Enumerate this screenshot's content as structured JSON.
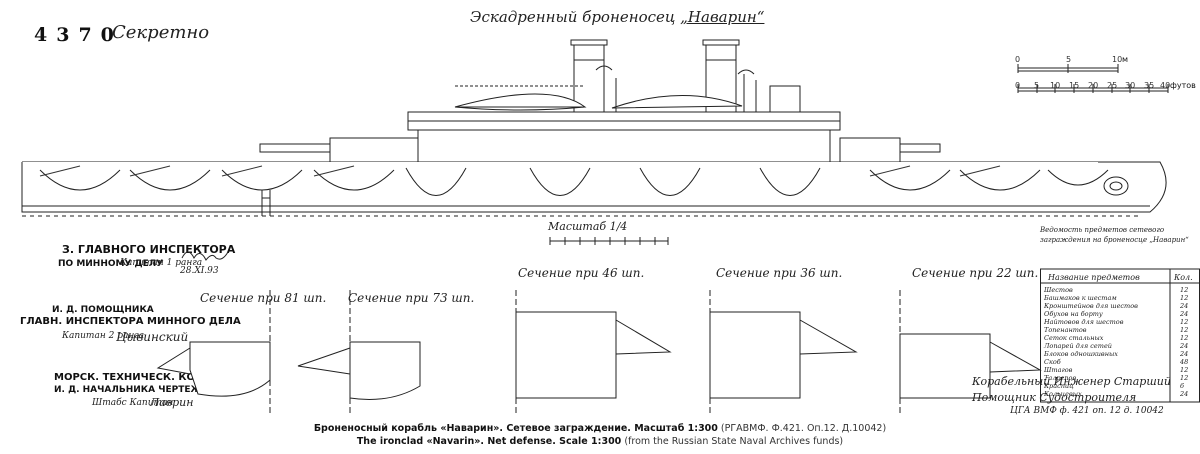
{
  "header": {
    "sheet_number": "4370",
    "secrecy_mark": "Секретно",
    "title_prefix": "Эскадренный броненосец",
    "title_ship": "„Наварин“"
  },
  "scale_bars": {
    "metric_ticks": [
      "0",
      "5",
      "10"
    ],
    "metric_unit": "м",
    "feet_ticks": [
      "0",
      "5",
      "10",
      "15",
      "20",
      "25",
      "30",
      "35",
      "40"
    ],
    "feet_unit": "футов"
  },
  "plan_scale_label": "Масштаб 1/4",
  "stamps": {
    "inspector_1": "З. ГЛАВНОГО ИНСПЕКТОРА",
    "inspector_2": "ПО МИННОМУ ДЕЛУ",
    "inspector_3": "Капитан 1 ранга",
    "inspector_date": "28.ХІ.93",
    "assistant_1": "И. Д. ПОМОЩНИКА",
    "assistant_2": "ГЛАВН. ИНСПЕКТОРА МИННОГО ДЕЛА",
    "assistant_3": "Капитан 2 ранга",
    "assistant_sign": "Цывинский",
    "committee_1": "МОРСК. ТЕХНИЧЕСК. КОМИТЕТЪ",
    "committee_2": "И. Д. НАЧАЛЬНИКА ЧЕРТЕЖНОЙ",
    "committee_3": "Штабс Капитан",
    "committee_sign": "Лаврин"
  },
  "sections": [
    {
      "label": "Сечение при 81 шп."
    },
    {
      "label": "Сечение при 73 шп."
    },
    {
      "label": "Сечение при 46 шп."
    },
    {
      "label": "Сечение при 36 шп."
    },
    {
      "label": "Сечение при 22 шп."
    }
  ],
  "legend": {
    "header": "Ведомость предметов сетевого заграждения на броненосце „Наварин“",
    "col_name": "Название предметов",
    "col_qty": "Кол.",
    "rows": [
      {
        "name": "Шестов",
        "qty": "12"
      },
      {
        "name": "Башмаков к шестам",
        "qty": "12"
      },
      {
        "name": "Кронштейнов для шестов",
        "qty": "24"
      },
      {
        "name": "Обухов на борту",
        "qty": "24"
      },
      {
        "name": "Найтовов для шестов",
        "qty": "12"
      },
      {
        "name": "Топенантов",
        "qty": "12"
      },
      {
        "name": "Сеток стальных",
        "qty": "12"
      },
      {
        "name": "Лопарей для сетей",
        "qty": "24"
      },
      {
        "name": "Блоков одношкивных",
        "qty": "24"
      },
      {
        "name": "Скоб",
        "qty": "48"
      },
      {
        "name": "Штагов",
        "qty": "12"
      },
      {
        "name": "Талрепов",
        "qty": "12"
      },
      {
        "name": "Краспиц",
        "qty": "6"
      },
      {
        "name": "Кольцевых",
        "qty": "24"
      }
    ]
  },
  "signature": {
    "line_1": "Корабельный Инженер Старший",
    "line_2": "Помощник Судостроителя"
  },
  "archive_ref": "ЦГА ВМФ ф. 421 оп. 12 д. 10042",
  "caption_ru": {
    "main": "Броненосный корабль «Наварин». Сетевое заграждение. Масштаб 1:300",
    "source": " (РГАВМФ. Ф.421. Оп.12. Д.10042)"
  },
  "caption_en": {
    "main": "The ironclad «Navarin». Net defense. Scale 1:300",
    "source": " (from the Russian State Naval Archives funds)"
  }
}
